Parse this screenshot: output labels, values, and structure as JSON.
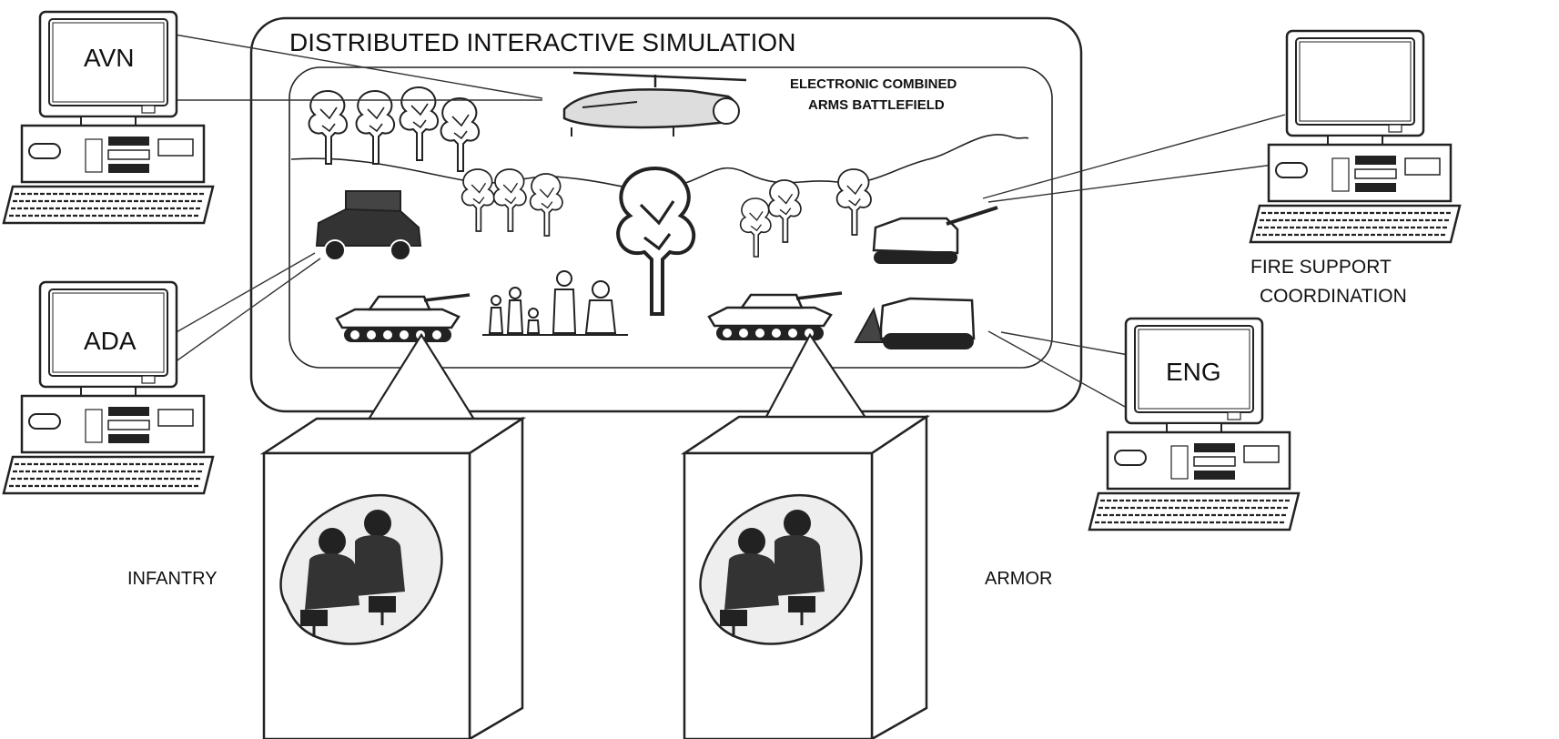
{
  "title": "DISTRIBUTED INTERACTIVE SIMULATION",
  "battlefield_label_line1": "ELECTRONIC COMBINED",
  "battlefield_label_line2": "ARMS BATTLEFIELD",
  "workstations": [
    {
      "id": "aviation",
      "screen_text": "AVN"
    },
    {
      "id": "air-defense",
      "screen_text": "ADA"
    },
    {
      "id": "fire-support",
      "screen_text": ""
    },
    {
      "id": "engineer",
      "screen_text": "ENG"
    }
  ],
  "fire_support_label_line1": "FIRE SUPPORT",
  "fire_support_label_line2": "COORDINATION",
  "simulators": [
    {
      "id": "infantry",
      "label": "INFANTRY"
    },
    {
      "id": "armor",
      "label": "ARMOR"
    }
  ],
  "colors": {
    "ink": "#222222",
    "screen": "#ffffff",
    "shade": "#555555"
  },
  "icons": [
    "computer-icon",
    "helicopter-icon",
    "tank-icon",
    "humvee-icon",
    "howitzer-icon",
    "bulldozer-icon",
    "ifv-icon",
    "tree-icon",
    "soldier-icon",
    "crew-icon"
  ]
}
